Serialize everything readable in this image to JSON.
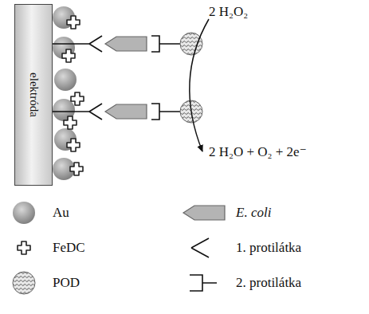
{
  "diagram": {
    "nodes": [
      {
        "text": [
          "elektróda"
        ]
      }
    ],
    "labels": [
      "2 H₂O₂",
      "2 H₂O + O₂ + 2e⁻"
    ],
    "legend": [
      {
        "text": "Au"
      },
      {
        "text": "FeDC"
      },
      {
        "text": "POD"
      },
      {
        "text": "E. coli"
      },
      {
        "text": "1. protilátka"
      },
      {
        "text": "2. protilátka"
      }
    ]
  }
}
